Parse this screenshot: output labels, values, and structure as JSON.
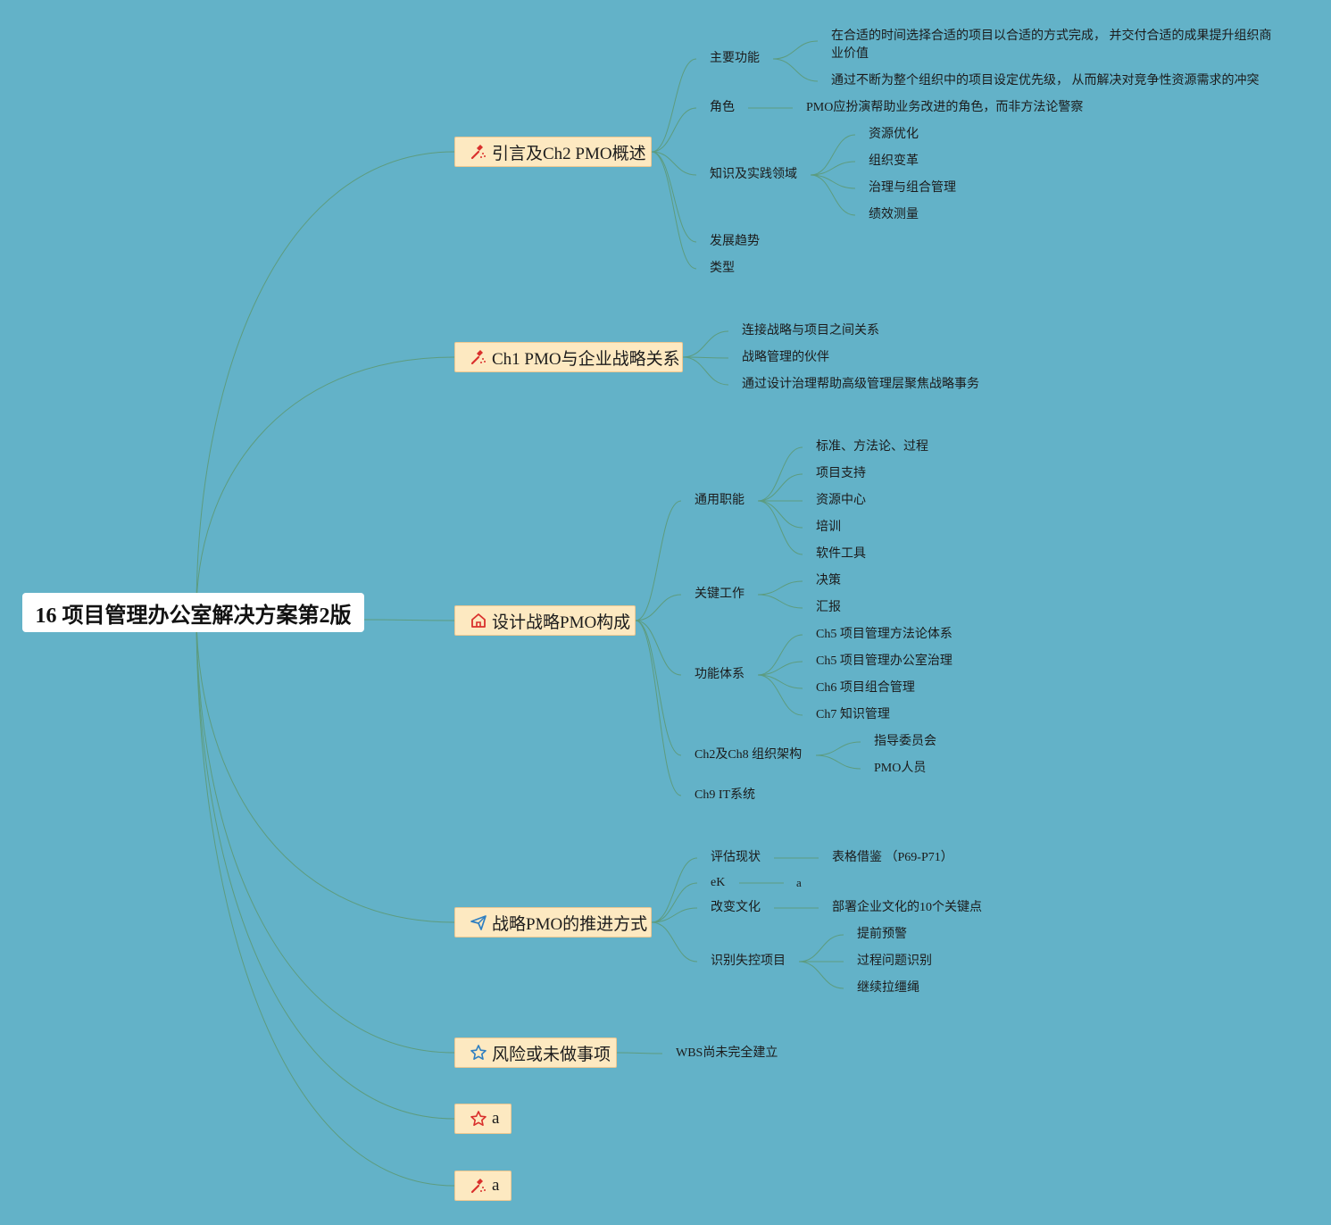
{
  "root": {
    "title": "16 项目管理办公室解决方案第2版"
  },
  "branches": [
    {
      "id": "b1",
      "label": "引言及Ch2 PMO概述",
      "icon": "hammer-icon",
      "icon_color": "#d9302c"
    },
    {
      "id": "b2",
      "label": "Ch1 PMO与企业战略关系",
      "icon": "hammer-icon",
      "icon_color": "#d9302c"
    },
    {
      "id": "b3",
      "label": "设计战略PMO构成",
      "icon": "home-icon",
      "icon_color": "#d9302c"
    },
    {
      "id": "b4",
      "label": "战略PMO的推进方式",
      "icon": "send-icon",
      "icon_color": "#2f7fc1"
    },
    {
      "id": "b5",
      "label": "风险或未做事项",
      "icon": "star-outline-icon",
      "icon_color": "#2f7fc1"
    },
    {
      "id": "b6",
      "label": "a",
      "icon": "star-outline-icon",
      "icon_color": "#d9302c"
    },
    {
      "id": "b7",
      "label": "a",
      "icon": "hammer-icon",
      "icon_color": "#d9302c"
    }
  ],
  "topics": {
    "b1_1": "主要功能",
    "b1_1_1": "在合适的时间选择合适的项目以合适的方式完成， 并交付合适的成果提升组织商业价值",
    "b1_1_2": "通过不断为整个组织中的项目设定优先级， 从而解决对竞争性资源需求的冲突",
    "b1_2": "角色",
    "b1_2_1": "PMO应扮演帮助业务改进的角色，而非方法论警察",
    "b1_3": "知识及实践领域",
    "b1_3_1": "资源优化",
    "b1_3_2": "组织变革",
    "b1_3_3": "治理与组合管理",
    "b1_3_4": "绩效测量",
    "b1_4": "发展趋势",
    "b1_5": "类型",
    "b2_1": "连接战略与项目之间关系",
    "b2_2": "战略管理的伙伴",
    "b2_3": "通过设计治理帮助高级管理层聚焦战略事务",
    "b3_1": "通用职能",
    "b3_1_1": "标准、方法论、过程",
    "b3_1_2": "项目支持",
    "b3_1_3": "资源中心",
    "b3_1_4": "培训",
    "b3_1_5": "软件工具",
    "b3_2": "关键工作",
    "b3_2_1": "决策",
    "b3_2_2": "汇报",
    "b3_3": "功能体系",
    "b3_3_1": "Ch5 项目管理方法论体系",
    "b3_3_2": "Ch5 项目管理办公室治理",
    "b3_3_3": "Ch6 项目组合管理",
    "b3_3_4": "Ch7 知识管理",
    "b3_4": "Ch2及Ch8 组织架构",
    "b3_4_1": "指导委员会",
    "b3_4_2": "PMO人员",
    "b3_5": "Ch9 IT系统",
    "b4_1": "评估现状",
    "b4_1_1": "表格借鉴 （P69-P71）",
    "b4_2": "eK",
    "b4_2_1": "a",
    "b4_3": "改变文化",
    "b4_3_1": "部署企业文化的10个关键点",
    "b4_4": "识别失控项目",
    "b4_4_1": "提前预警",
    "b4_4_2": "过程问题识别",
    "b4_4_3": "继续拉缰绳",
    "b5_1": "WBS尚未完全建立"
  }
}
